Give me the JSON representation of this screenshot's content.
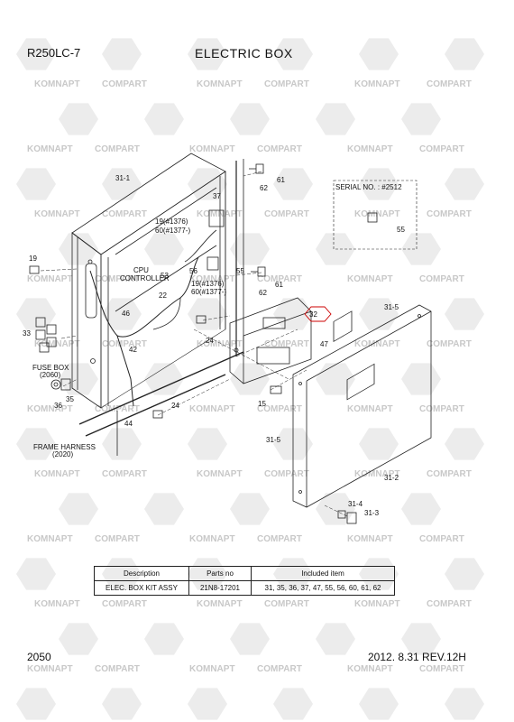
{
  "header": {
    "model": "R250LC-7",
    "title": "ELECTRIC BOX"
  },
  "serial_box": {
    "label": "SERIAL NO. : #2512",
    "callout": "55"
  },
  "callouts": {
    "c31_1": "31-1",
    "c37": "37",
    "c61a": "61",
    "c62a": "62",
    "c19a": "19(#1376)",
    "c60a": "60(#1377-)",
    "c19b": "19",
    "c55": "55",
    "c61b": "61",
    "c62b": "62",
    "c53": "53",
    "c56": "56",
    "c19c": "19(#1376)",
    "c60b": "60(#1377-)",
    "c22": "22",
    "cpu1": "CPU",
    "cpu2": "CONTROLLER",
    "c46": "46",
    "c42": "42",
    "c24a": "24",
    "c33": "33",
    "fuse1": "FUSE BOX",
    "fuse2": "(2060)",
    "c36": "36",
    "c35": "35",
    "c44": "44",
    "c24b": "24",
    "fh1": "FRAME HARNESS",
    "fh2": "(2020)",
    "c32": "32",
    "c31_5a": "31-5",
    "c47": "47",
    "c15": "15",
    "c31_5b": "31-5",
    "c31_2": "31-2",
    "c31_4": "31-4",
    "c31_3": "31-3"
  },
  "parts_table": {
    "headers": [
      "Description",
      "Parts no",
      "Included item"
    ],
    "rows": [
      [
        "ELEC. BOX KIT ASSY",
        "21N8-17201",
        "31, 35, 36, 37, 47, 55, 56, 60, 61, 62"
      ]
    ]
  },
  "watermark": {
    "text_a": "KOMNAPT",
    "text_b": "COMPART"
  },
  "footer": {
    "page_number": "2050",
    "revision": "2012. 8.31   REV.12H"
  }
}
